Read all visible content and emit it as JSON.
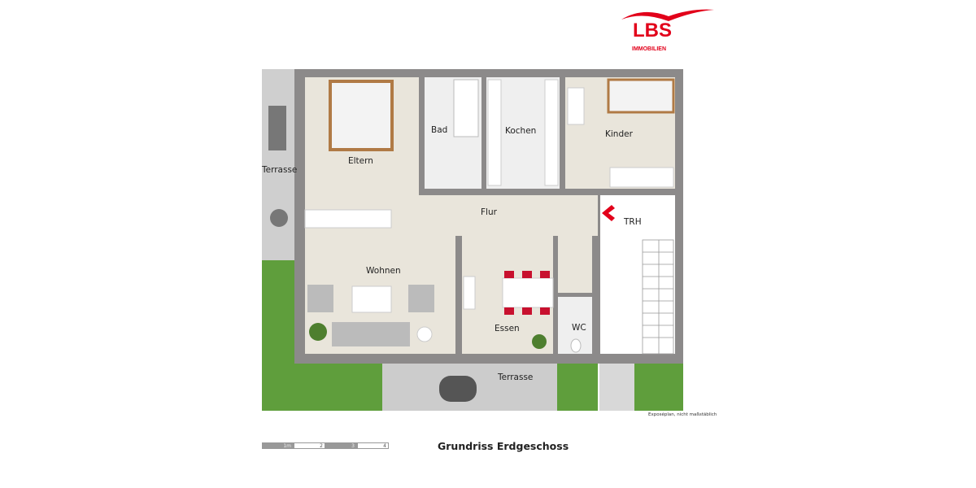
{
  "logo": {
    "brand": "LBS",
    "sub": "IMMOBILIEN",
    "color": "#e2001a"
  },
  "rooms": {
    "eltern": "Eltern",
    "bad": "Bad",
    "kochen": "Kochen",
    "kinder": "Kinder",
    "flur": "Flur",
    "trh": "TRH",
    "wohnen": "Wohnen",
    "essen": "Essen",
    "wc": "WC",
    "terrasse_left": "Terrasse",
    "terrasse_bottom": "Terrasse"
  },
  "note": "Exposéplan, nicht maßstäblich",
  "title": "Grundriss Erdgeschoss",
  "scale_bar": [
    "1m",
    "2",
    "3",
    "4"
  ],
  "colors": {
    "wall": "#8c8a8a",
    "floor": "#e9e5db",
    "grass": "#5f9e3c",
    "paving": "#c9c9c9",
    "accent": "#e2001a"
  }
}
